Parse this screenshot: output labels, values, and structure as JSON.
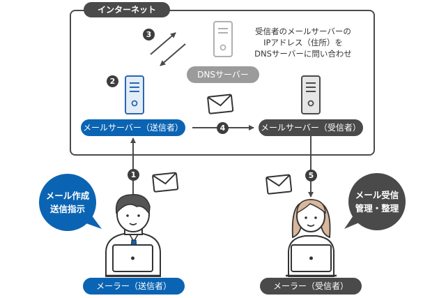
{
  "internet": {
    "label": "インターネット"
  },
  "steps": [
    "1",
    "2",
    "3",
    "4",
    "5"
  ],
  "dns": {
    "label": "DNSサーバー",
    "description": [
      "受信者のメールサーバーの",
      "IPアドレス（住所）を",
      "DNSサーバーに問い合わせ"
    ]
  },
  "servers": {
    "sender_label": "メールサーバー（送信者）",
    "receiver_label": "メールサーバー（受信者）"
  },
  "people": {
    "sender_label": "メーラー（送信者）",
    "receiver_label": "メーラー（受信者）",
    "sender_bubble": [
      "メール作成",
      "送信指示"
    ],
    "receiver_bubble": [
      "メール受信",
      "管理・整理"
    ]
  },
  "colors": {
    "accent_blue": "#0b64b3",
    "dark_grey": "#4a4a4a",
    "light_grey": "#9b9b9b"
  }
}
